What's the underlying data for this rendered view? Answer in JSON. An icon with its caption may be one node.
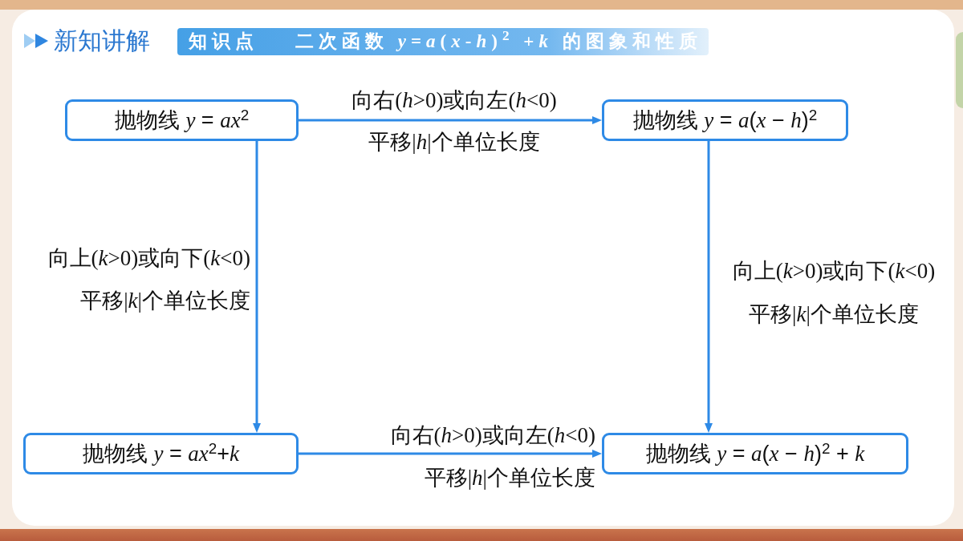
{
  "diagram": {
    "title": "新知讲解",
    "nodes": [
      {
        "text": [
          "抛物线 *y* = *ax*$^{2}$"
        ]
      },
      {
        "text": [
          "抛物线 *y* = *a*(*x* − *h*)$^{2}$"
        ]
      },
      {
        "text": [
          "抛物线 *y* = *ax*$^{2}$+*k*"
        ]
      },
      {
        "text": [
          "抛物线 *y* = *a*(*x* − *h*)$^{2}$ + *k*"
        ]
      }
    ],
    "edges": [
      {
        "from": 0,
        "to": 1,
        "arrow": "to",
        "label": "向右(*h*>0)或向左(*h*<0) 平移|*h*|个单位长度"
      },
      {
        "from": 0,
        "to": 2,
        "arrow": "to",
        "label": "向上(*k*>0)或向下(*k*<0) 平移|*k*|个单位长度"
      },
      {
        "from": 1,
        "to": 3,
        "arrow": "to",
        "label": "向上(*k*>0)或向下(*k*<0) 平移|*k*|个单位长度"
      },
      {
        "from": 2,
        "to": 3,
        "arrow": "to",
        "label": "向右(*h*>0)或向左(*h*<0) 平移|*h*|个单位长度"
      }
    ],
    "labels": [
      "知识点",
      "二次函数 *y*=*a*(*x*-*h*)$^{2}$ +*k* 的图象和性质"
    ]
  }
}
